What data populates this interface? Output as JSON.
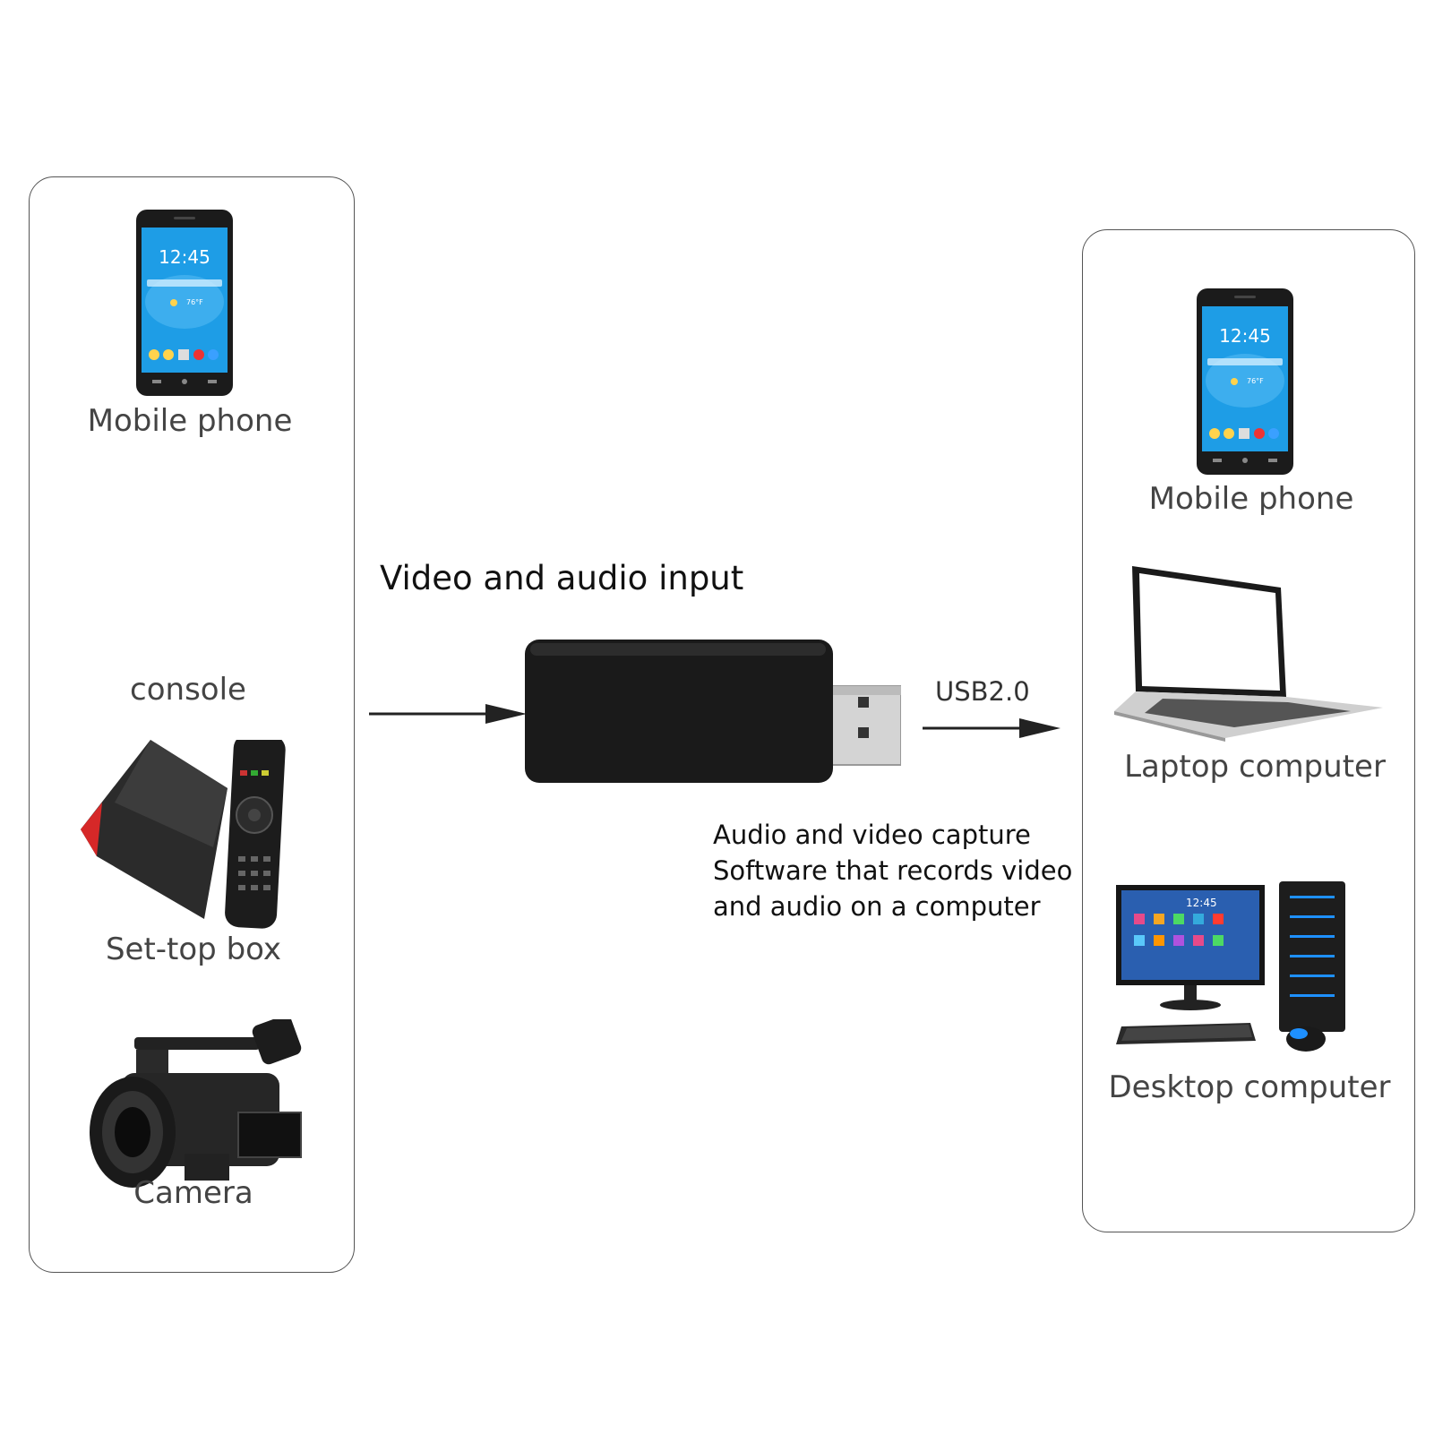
{
  "input_devices": [
    {
      "label": "Mobile phone",
      "icon": "mobile-phone-icon",
      "screen_time": "12:45",
      "weather": "76°F"
    },
    {
      "label": "console",
      "icon": "console-icon"
    },
    {
      "label": "Set-top box",
      "icon": "set-top-box-icon"
    },
    {
      "label": "Camera",
      "icon": "camera-icon"
    }
  ],
  "output_devices": [
    {
      "label": "Mobile phone",
      "icon": "mobile-phone-icon",
      "screen_time": "12:45",
      "weather": "76°F"
    },
    {
      "label": "Laptop computer",
      "icon": "laptop-icon"
    },
    {
      "label": "Desktop computer",
      "icon": "desktop-computer-icon",
      "screen_time": "12:45"
    }
  ],
  "center": {
    "input_caption": "Video and audio input",
    "usb_label": "USB2.0",
    "description_lines": [
      "Audio and video capture",
      "Software that records video",
      "and audio on a computer"
    ]
  },
  "colors": {
    "panel_border": "#555555",
    "device_body": "#1a1a1a",
    "phone_screen": "#1fa0e8",
    "set_top_box_accent": "#d62828",
    "desktop_accent": "#1e90ff"
  }
}
